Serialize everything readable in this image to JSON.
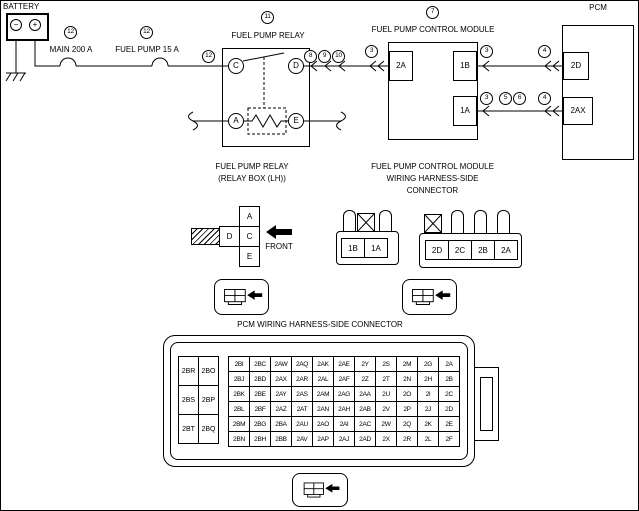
{
  "colors": {
    "line": "#000000",
    "background": "#ffffff"
  },
  "schematic": {
    "battery": {
      "label": "BATTERY",
      "negative": "−",
      "positive": "+"
    },
    "fuse_main": {
      "callout": "12",
      "label": "MAIN 200 A"
    },
    "fuse_pump": {
      "callout": "12",
      "label": "FUEL PUMP 15 A"
    },
    "relay": {
      "callout": "11",
      "title": "FUEL PUMP RELAY",
      "wire_callout": "12",
      "terminal_c": "C",
      "terminal_d": "D",
      "terminal_a": "A",
      "terminal_e": "E"
    },
    "module": {
      "callout": "7",
      "title": "FUEL PUMP CONTROL MODULE",
      "pin_2a": "2A",
      "pin_1b": "1B",
      "pin_1a": "1A"
    },
    "pcm": {
      "title": "PCM",
      "pin_2d": "2D",
      "pin_2ax": "2AX"
    },
    "inline_connectors": {
      "c8": "8",
      "c9": "9",
      "c10": "10",
      "c3_module": "3",
      "c3_1b": "3",
      "c4_2d": "4",
      "c3_1a": "3",
      "c5": "5",
      "c6": "6",
      "c4_2ax": "4"
    }
  },
  "relay_connector": {
    "title_line1": "FUEL PUMP RELAY",
    "title_line2": "(RELAY BOX (LH))",
    "cell_a": "A",
    "cell_d": "D",
    "cell_c": "C",
    "cell_e": "E",
    "front_label": "FRONT"
  },
  "module_connector": {
    "title_line1": "FUEL PUMP CONTROL MODULE",
    "title_line2": "WIRING HARNESS-SIDE",
    "title_line3": "CONNECTOR",
    "connector_1": [
      "1B",
      "1A"
    ],
    "connector_2": [
      "2D",
      "2C",
      "2B",
      "2A"
    ]
  },
  "pcm_connector": {
    "title": "PCM WIRING HARNESS-SIDE CONNECTOR",
    "left_block": [
      [
        "2BR",
        "2BO"
      ],
      [
        "2BS",
        "2BP"
      ],
      [
        "2BT",
        "2BQ"
      ]
    ],
    "grid": [
      [
        "2BI",
        "2BC",
        "2AW",
        "2AQ",
        "2AK",
        "2AE",
        "2Y",
        "2S",
        "2M",
        "2G",
        "2A"
      ],
      [
        "2BJ",
        "2BD",
        "2AX",
        "2AR",
        "2AL",
        "2AF",
        "2Z",
        "2T",
        "2N",
        "2H",
        "2B"
      ],
      [
        "2BK",
        "2BE",
        "2AY",
        "2AS",
        "2AM",
        "2AG",
        "2AA",
        "2U",
        "2O",
        "2I",
        "2C"
      ],
      [
        "2BL",
        "2BF",
        "2AZ",
        "2AT",
        "2AN",
        "2AH",
        "2AB",
        "2V",
        "2P",
        "2J",
        "2D"
      ],
      [
        "2BM",
        "2BG",
        "2BA",
        "2AU",
        "2AO",
        "2AI",
        "2AC",
        "2W",
        "2Q",
        "2K",
        "2E"
      ],
      [
        "2BN",
        "2BH",
        "2BB",
        "2AV",
        "2AP",
        "2AJ",
        "2AD",
        "2X",
        "2R",
        "2L",
        "2F"
      ]
    ]
  }
}
